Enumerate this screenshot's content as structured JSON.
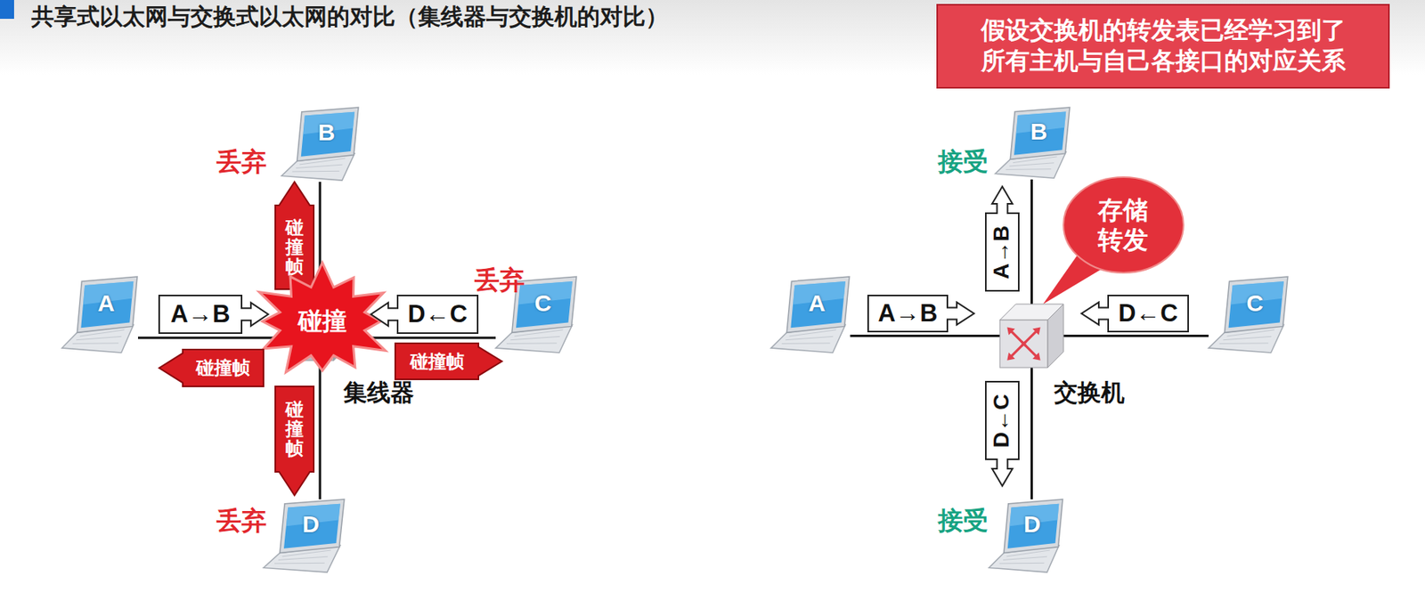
{
  "diagram": {
    "title": "共享式以太网与交换式以太网的对比（集线器与交换机的对比）",
    "nodes": [
      {
        "text": [
          "假设交换机的转发表已经学习到了 所有主机与自己各接口的对应关系"
        ]
      },
      {
        "text": [
          "B"
        ]
      },
      {
        "text": [
          "碰撞帧"
        ]
      },
      {
        "text": [
          "A"
        ]
      },
      {
        "text": [
          "A→B"
        ]
      },
      {
        "text": [
          "集线器"
        ]
      },
      {
        "text": [
          "碰撞"
        ]
      },
      {
        "text": [
          "D←C"
        ]
      },
      {
        "text": [
          "C"
        ]
      },
      {
        "text": [
          "碰撞帧"
        ]
      },
      {
        "text": [
          "碰撞帧"
        ]
      },
      {
        "text": [
          "碰撞帧"
        ]
      },
      {
        "text": [
          "D"
        ]
      },
      {
        "text": [
          "B"
        ]
      },
      {
        "text": [
          "A→B"
        ]
      },
      {
        "text": [
          "存储 转发"
        ]
      },
      {
        "text": [
          "A"
        ]
      },
      {
        "text": [
          "A→B"
        ]
      },
      {
        "text": [
          "交换机"
        ]
      },
      {
        "text": [
          "D←C"
        ]
      },
      {
        "text": [
          "C"
        ]
      },
      {
        "text": [
          "D←C"
        ]
      },
      {
        "text": [
          "D"
        ]
      }
    ],
    "edges": [
      {
        "from": 3,
        "to": 5,
        "arrow": "none"
      },
      {
        "from": 1,
        "to": 5,
        "arrow": "none"
      },
      {
        "from": 8,
        "to": 5,
        "arrow": "none"
      },
      {
        "from": 12,
        "to": 5,
        "arrow": "none"
      },
      {
        "from": 16,
        "to": 18,
        "arrow": "none"
      },
      {
        "from": 13,
        "to": 18,
        "arrow": "none"
      },
      {
        "from": 20,
        "to": 18,
        "arrow": "none"
      },
      {
        "from": 22,
        "to": 18,
        "arrow": "none"
      }
    ],
    "labels": [
      "丢弃",
      "丢弃",
      "丢弃",
      "接受",
      "接受"
    ]
  }
}
